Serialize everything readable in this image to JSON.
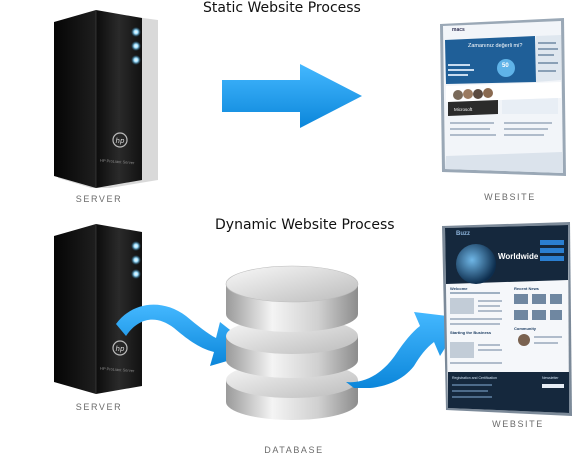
{
  "static_section": {
    "title": "Static Website Process",
    "server_caption": "SERVER",
    "website_caption": "WEBSITE"
  },
  "dynamic_section": {
    "title": "Dynamic Website Process",
    "server_caption": "SERVER",
    "database_caption": "DATABASE",
    "website_caption": "WEBSITE"
  },
  "server_badge": "HP ProLiant Server",
  "static_website_shot": {
    "brand": "macs",
    "headline": "Zamanınız değerli mi?",
    "number": "50",
    "partner": "Microsoft"
  },
  "dynamic_website_shot": {
    "brand": "Buzz",
    "hero": "Worldwide",
    "section_welcome": "Welcome",
    "section_recent": "Recent News",
    "section_business": "Starting the Business",
    "section_community": "Community",
    "footer_left": "Registration and Certification",
    "footer_right": "Newsletter"
  },
  "colors": {
    "arrow_blue": "#1d9ff0",
    "server_body": "#1a1a1a",
    "server_led": "#7fd4ff",
    "db_silver": "#d9d9d9"
  }
}
